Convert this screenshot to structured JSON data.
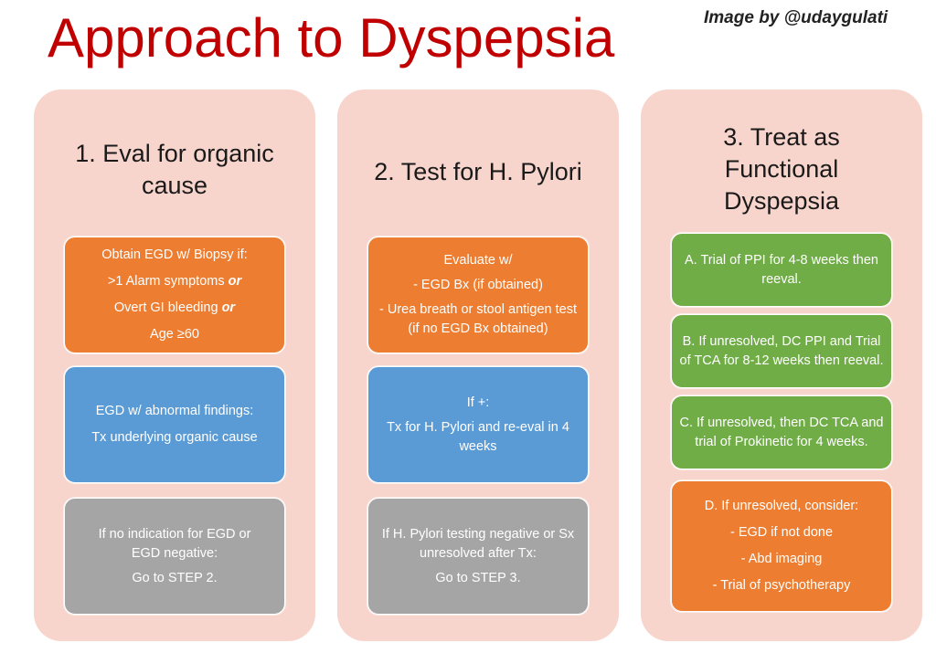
{
  "title": "Approach to Dyspepsia",
  "credit": "Image by @udaygulati",
  "colors": {
    "title": "#c00000",
    "column_bg": "#f8d5cc",
    "orange": "#ed7d31",
    "blue": "#5b9bd5",
    "gray": "#a5a5a5",
    "green": "#70ad47"
  },
  "columns": [
    {
      "title_lines": [
        "1. Eval for organic",
        "cause"
      ],
      "boxes": [
        {
          "color": "orange",
          "lines": [
            {
              "text": "Obtain EGD w/ Biopsy if:"
            },
            {
              "text": ">1 Alarm symptoms ",
              "emphasis": "or"
            },
            {
              "text": "Overt GI bleeding ",
              "emphasis": "or"
            },
            {
              "text": "Age ≥60"
            }
          ]
        },
        {
          "color": "blue",
          "lines": [
            {
              "text": "EGD w/ abnormal findings:"
            },
            {
              "text": "Tx underlying organic cause"
            }
          ]
        },
        {
          "color": "gray",
          "lines": [
            {
              "text": "If no indication for EGD or EGD negative:"
            },
            {
              "text": "Go to STEP 2."
            }
          ]
        }
      ]
    },
    {
      "title_lines": [
        "2. Test for H. Pylori"
      ],
      "boxes": [
        {
          "color": "orange",
          "lines": [
            {
              "text": "Evaluate w/"
            },
            {
              "text": "- EGD Bx (if obtained)"
            },
            {
              "text": "- Urea breath or stool antigen test (if no EGD Bx obtained)"
            }
          ]
        },
        {
          "color": "blue",
          "lines": [
            {
              "text": "If +:"
            },
            {
              "text": "Tx for H. Pylori and re-eval in 4 weeks"
            }
          ]
        },
        {
          "color": "gray",
          "lines": [
            {
              "text": "If H. Pylori testing negative or Sx unresolved after Tx:"
            },
            {
              "text": "Go to STEP 3."
            }
          ]
        }
      ]
    },
    {
      "title_lines": [
        "3. Treat as",
        "Functional",
        "Dyspepsia"
      ],
      "boxes": [
        {
          "color": "green",
          "lines": [
            {
              "text": "A. Trial of PPI for 4-8 weeks then reeval."
            }
          ]
        },
        {
          "color": "green",
          "lines": [
            {
              "text": "B. If unresolved, DC PPI and Trial of TCA for 8-12 weeks then reeval."
            }
          ]
        },
        {
          "color": "green",
          "lines": [
            {
              "text": "C. If unresolved, then DC TCA and trial of Prokinetic for 4 weeks."
            }
          ]
        },
        {
          "color": "orange",
          "lines": [
            {
              "text": "D. If unresolved, consider:"
            },
            {
              "text": "- EGD if not done"
            },
            {
              "text": "- Abd imaging"
            },
            {
              "text": "- Trial of psychotherapy"
            }
          ]
        }
      ]
    }
  ]
}
